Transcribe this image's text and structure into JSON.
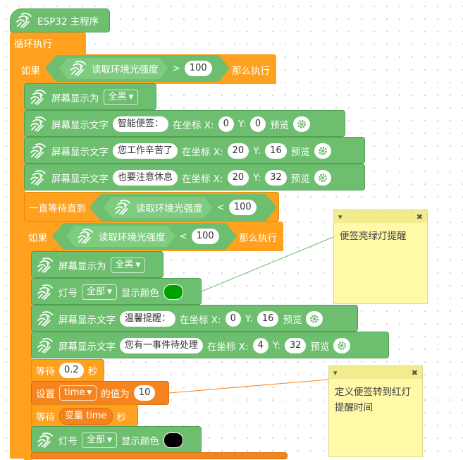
{
  "hat": {
    "title": "ESP32 主程序"
  },
  "loop": {
    "label": "循环执行"
  },
  "if1": {
    "if_label": "如果",
    "sensor": "读取环境光强度",
    "op": ">",
    "value": "100",
    "then": "那么执行"
  },
  "blocks": {
    "screen_show": "屏幕显示为",
    "screen_text": "屏幕显示文字",
    "at_coord": "在坐标 X:",
    "y_label": "Y:",
    "preview": "预览",
    "all_black": "全黑"
  },
  "text1": {
    "text": "智能便签：",
    "x": "0",
    "y": "0"
  },
  "text2": {
    "text": "您工作辛苦了",
    "x": "20",
    "y": "16"
  },
  "text3": {
    "text": "也要注意休息",
    "x": "20",
    "y": "32"
  },
  "wait_until": {
    "label": "一直等待直到",
    "sensor": "读取环境光强度",
    "op": "<",
    "value": "100"
  },
  "if2": {
    "if_label": "如果",
    "sensor": "读取环境光强度",
    "op": "<",
    "value": "100",
    "then": "那么执行"
  },
  "led1": {
    "label": "灯号",
    "which": "全部",
    "show_color": "显示颜色",
    "color": "#00A000"
  },
  "text4": {
    "text": "温馨提醒：",
    "x": "0",
    "y": "16"
  },
  "text5": {
    "text": "您有一事件待处理",
    "x": "4",
    "y": "32"
  },
  "wait1": {
    "label": "等待",
    "value": "0.2",
    "unit": "秒"
  },
  "set_var": {
    "label": "设置",
    "var": "time",
    "value_label": "的值为",
    "value": "10"
  },
  "wait2": {
    "label": "等待",
    "var_label": "变量 time",
    "unit": "秒"
  },
  "led2": {
    "label": "灯号",
    "which": "全部",
    "show_color": "显示颜色",
    "color": "#000000"
  },
  "note1": {
    "text": "便签亮绿灯提醒"
  },
  "note2": {
    "text": "定义便签转到红灯提醒时间"
  },
  "colors": {
    "green": "#6DBE6F",
    "orange": "#FFA01E",
    "note": "#FFF9A8"
  }
}
